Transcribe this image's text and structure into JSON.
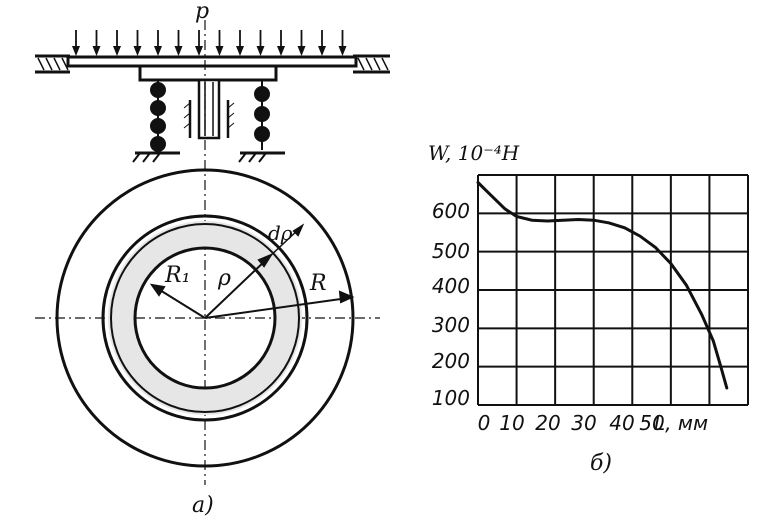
{
  "figure_a": {
    "load_label": "p",
    "labels": {
      "r1": "R₁",
      "rho": "ρ",
      "drho": "dρ",
      "r": "R"
    },
    "caption": "а)"
  },
  "chart_data": {
    "type": "line",
    "caption": "б)",
    "y_axis_title": "W, 10⁻⁴Н",
    "x_axis_title": "L, мм",
    "x_tick_labels": [
      "0",
      "10",
      "20",
      "30",
      "40",
      "50"
    ],
    "y_tick_labels": [
      "600",
      "500",
      "400",
      "300",
      "200",
      "100"
    ],
    "xlim": [
      0,
      70
    ],
    "ylim": [
      100,
      710
    ],
    "grid": true,
    "series": [
      {
        "x": [
          0,
          3,
          7,
          10,
          14,
          18,
          22,
          26,
          30,
          34,
          38,
          42,
          46,
          50,
          54,
          58,
          61,
          63,
          64.5
        ],
        "y": [
          690,
          660,
          620,
          600,
          590,
          588,
          590,
          592,
          590,
          583,
          570,
          548,
          518,
          475,
          418,
          340,
          270,
          200,
          145
        ]
      }
    ]
  }
}
